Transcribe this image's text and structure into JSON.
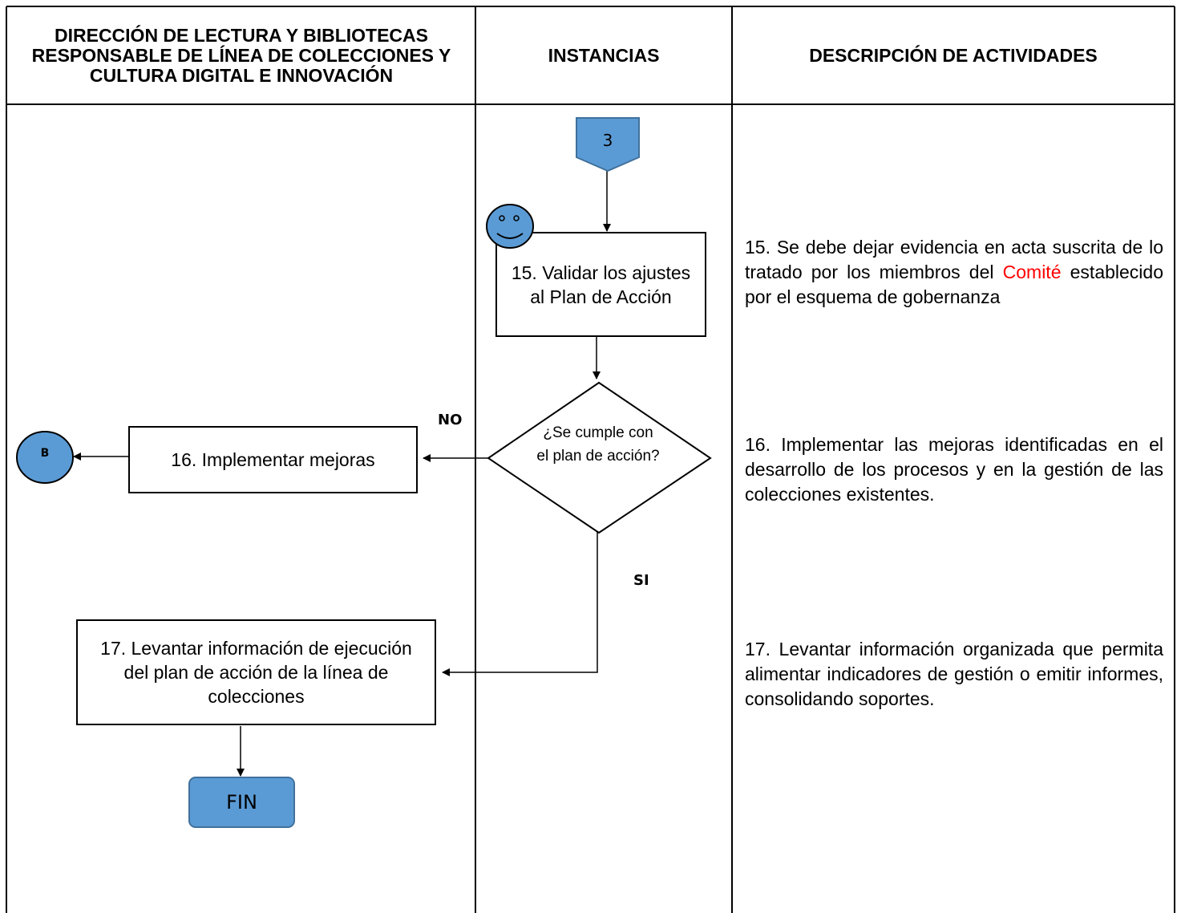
{
  "header": {
    "col1": "DIRECCIÓN DE LECTURA Y BIBLIOTECAS RESPONSABLE DE LÍNEA DE COLECCIONES Y CULTURA DIGITAL E INNOVACIÓN",
    "col2": "INSTANCIAS",
    "col3": "DESCRIPCIÓN DE ACTIVIDADES"
  },
  "flow": {
    "connector_in": "3",
    "step15": "15. Validar los ajustes al Plan de Acción",
    "decision": "¿Se cumple con el plan de acción?",
    "label_no": "NO",
    "label_si": "SI",
    "step16": "16. Implementar mejoras",
    "connector_out": "B",
    "step17": "17. Levantar información de ejecución del plan de acción de la línea de colecciones",
    "end": "FIN"
  },
  "descriptions": {
    "d15_part1": "15. Se debe dejar evidencia en acta suscrita de lo tratado por los miembros del ",
    "d15_highlight": "Comité",
    "d15_part2": " establecido por el esquema de gobernanza",
    "d16": "16. Implementar las mejoras identificadas en el desarrollo de los procesos y en la gestión de las colecciones existentes.",
    "d17": "17. Levantar información organizada que permita alimentar indicadores de gestión o emitir informes, consolidando soportes."
  },
  "colors": {
    "shape_fill": "#5b9bd5",
    "shape_stroke": "#41719c",
    "highlight": "#ff0000"
  },
  "icons": {
    "performer": "smiley-face-icon"
  }
}
